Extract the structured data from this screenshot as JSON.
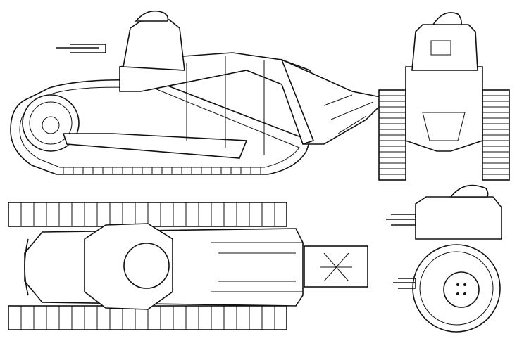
{
  "colors": {
    "line": "#111111",
    "background": "#ffffff"
  },
  "views": [
    "side-view",
    "front-view",
    "top-view",
    "turret-side-view",
    "turret-top-view"
  ]
}
